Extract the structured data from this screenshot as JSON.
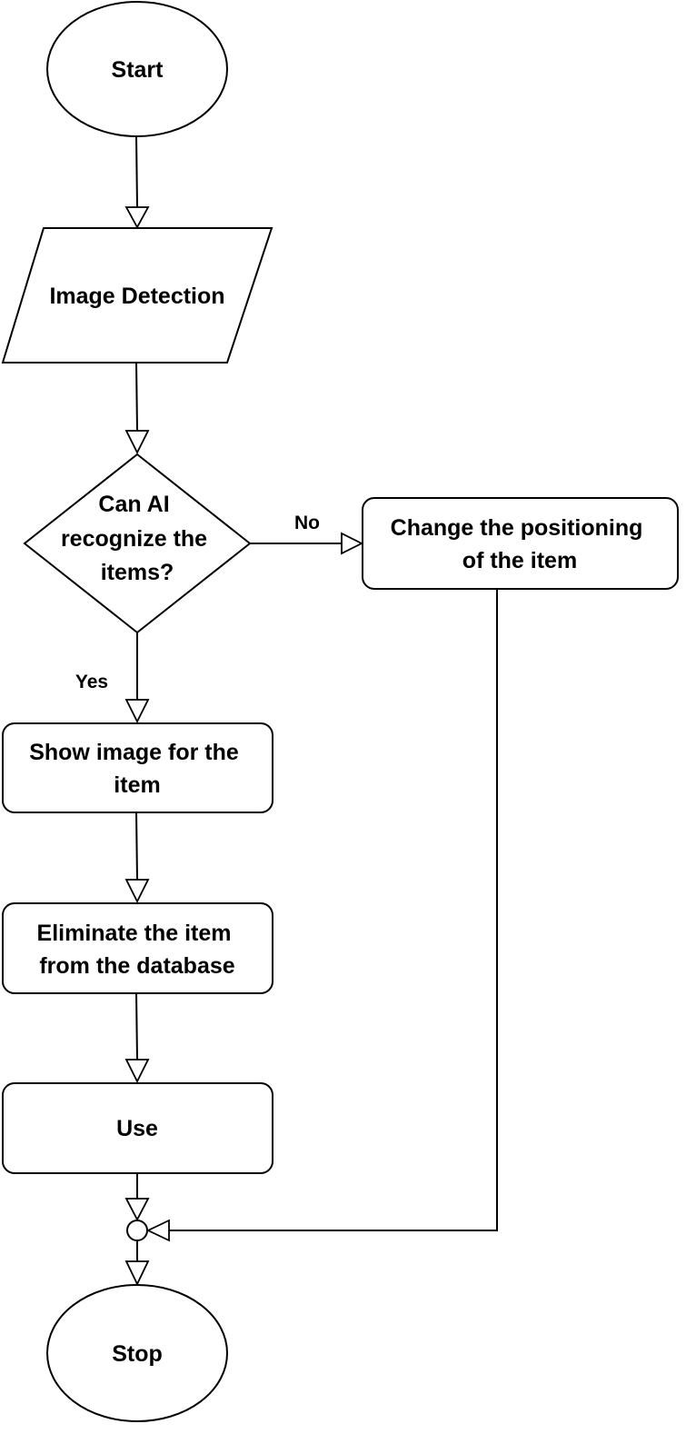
{
  "nodes": {
    "start": "Start",
    "image_detection": "Image Detection",
    "decision": [
      "Can AI",
      "recognize the",
      "items?"
    ],
    "change_positioning": [
      "Change the positioning",
      "of the item"
    ],
    "show_image": [
      "Show image for the",
      "item"
    ],
    "eliminate": [
      "Eliminate the item",
      "from the database"
    ],
    "use": "Use",
    "stop": "Stop"
  },
  "edges": {
    "no_label": "No",
    "yes_label": "Yes"
  }
}
